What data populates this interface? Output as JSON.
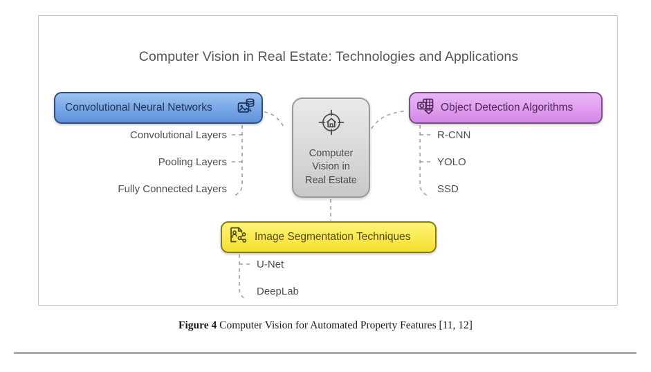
{
  "figure": {
    "diagram_title": "Computer Vision in Real Estate: Technologies and Applications",
    "caption_label": "Figure 4",
    "caption_text": " Computer Vision for Automated Property Features [11, 12]"
  },
  "colors": {
    "blue_fill_top": "#9dc2ef",
    "blue_fill_bottom": "#5f92dc",
    "blue_border": "#2d4f80",
    "purple_fill_top": "#eab6f5",
    "purple_fill_bottom": "#d287e5",
    "purple_border": "#7a4e86",
    "yellow_fill_top": "#fdf378",
    "yellow_fill_bottom": "#f3de2f",
    "yellow_border": "#8a7a14",
    "grey_fill_top": "#e9e9e9",
    "grey_fill_bottom": "#c8c8c8",
    "grey_border": "#9a9a9a",
    "connector": "#9e9e9e",
    "frame_border": "#c8c8c8",
    "rule": "#ababab"
  },
  "center_node": {
    "icon": "house-in-crosshair-icon",
    "line1": "Computer",
    "line2": "Vision in",
    "line3": "Real Estate"
  },
  "branches": {
    "cnn": {
      "label": "Convolutional Neural Networks",
      "icon": "image-database-icon",
      "children": [
        {
          "label": "Convolutional Layers"
        },
        {
          "label": "Pooling Layers"
        },
        {
          "label": "Fully Connected Layers"
        }
      ]
    },
    "object_detection": {
      "label": "Object Detection Algorithms",
      "icon": "object-detection-icon",
      "children": [
        {
          "label": "R-CNN"
        },
        {
          "label": "YOLO"
        },
        {
          "label": "SSD"
        }
      ]
    },
    "segmentation": {
      "label": "Image Segmentation Techniques",
      "icon": "image-segmentation-icon",
      "children": [
        {
          "label": "U-Net"
        },
        {
          "label": "DeepLab"
        }
      ]
    }
  }
}
